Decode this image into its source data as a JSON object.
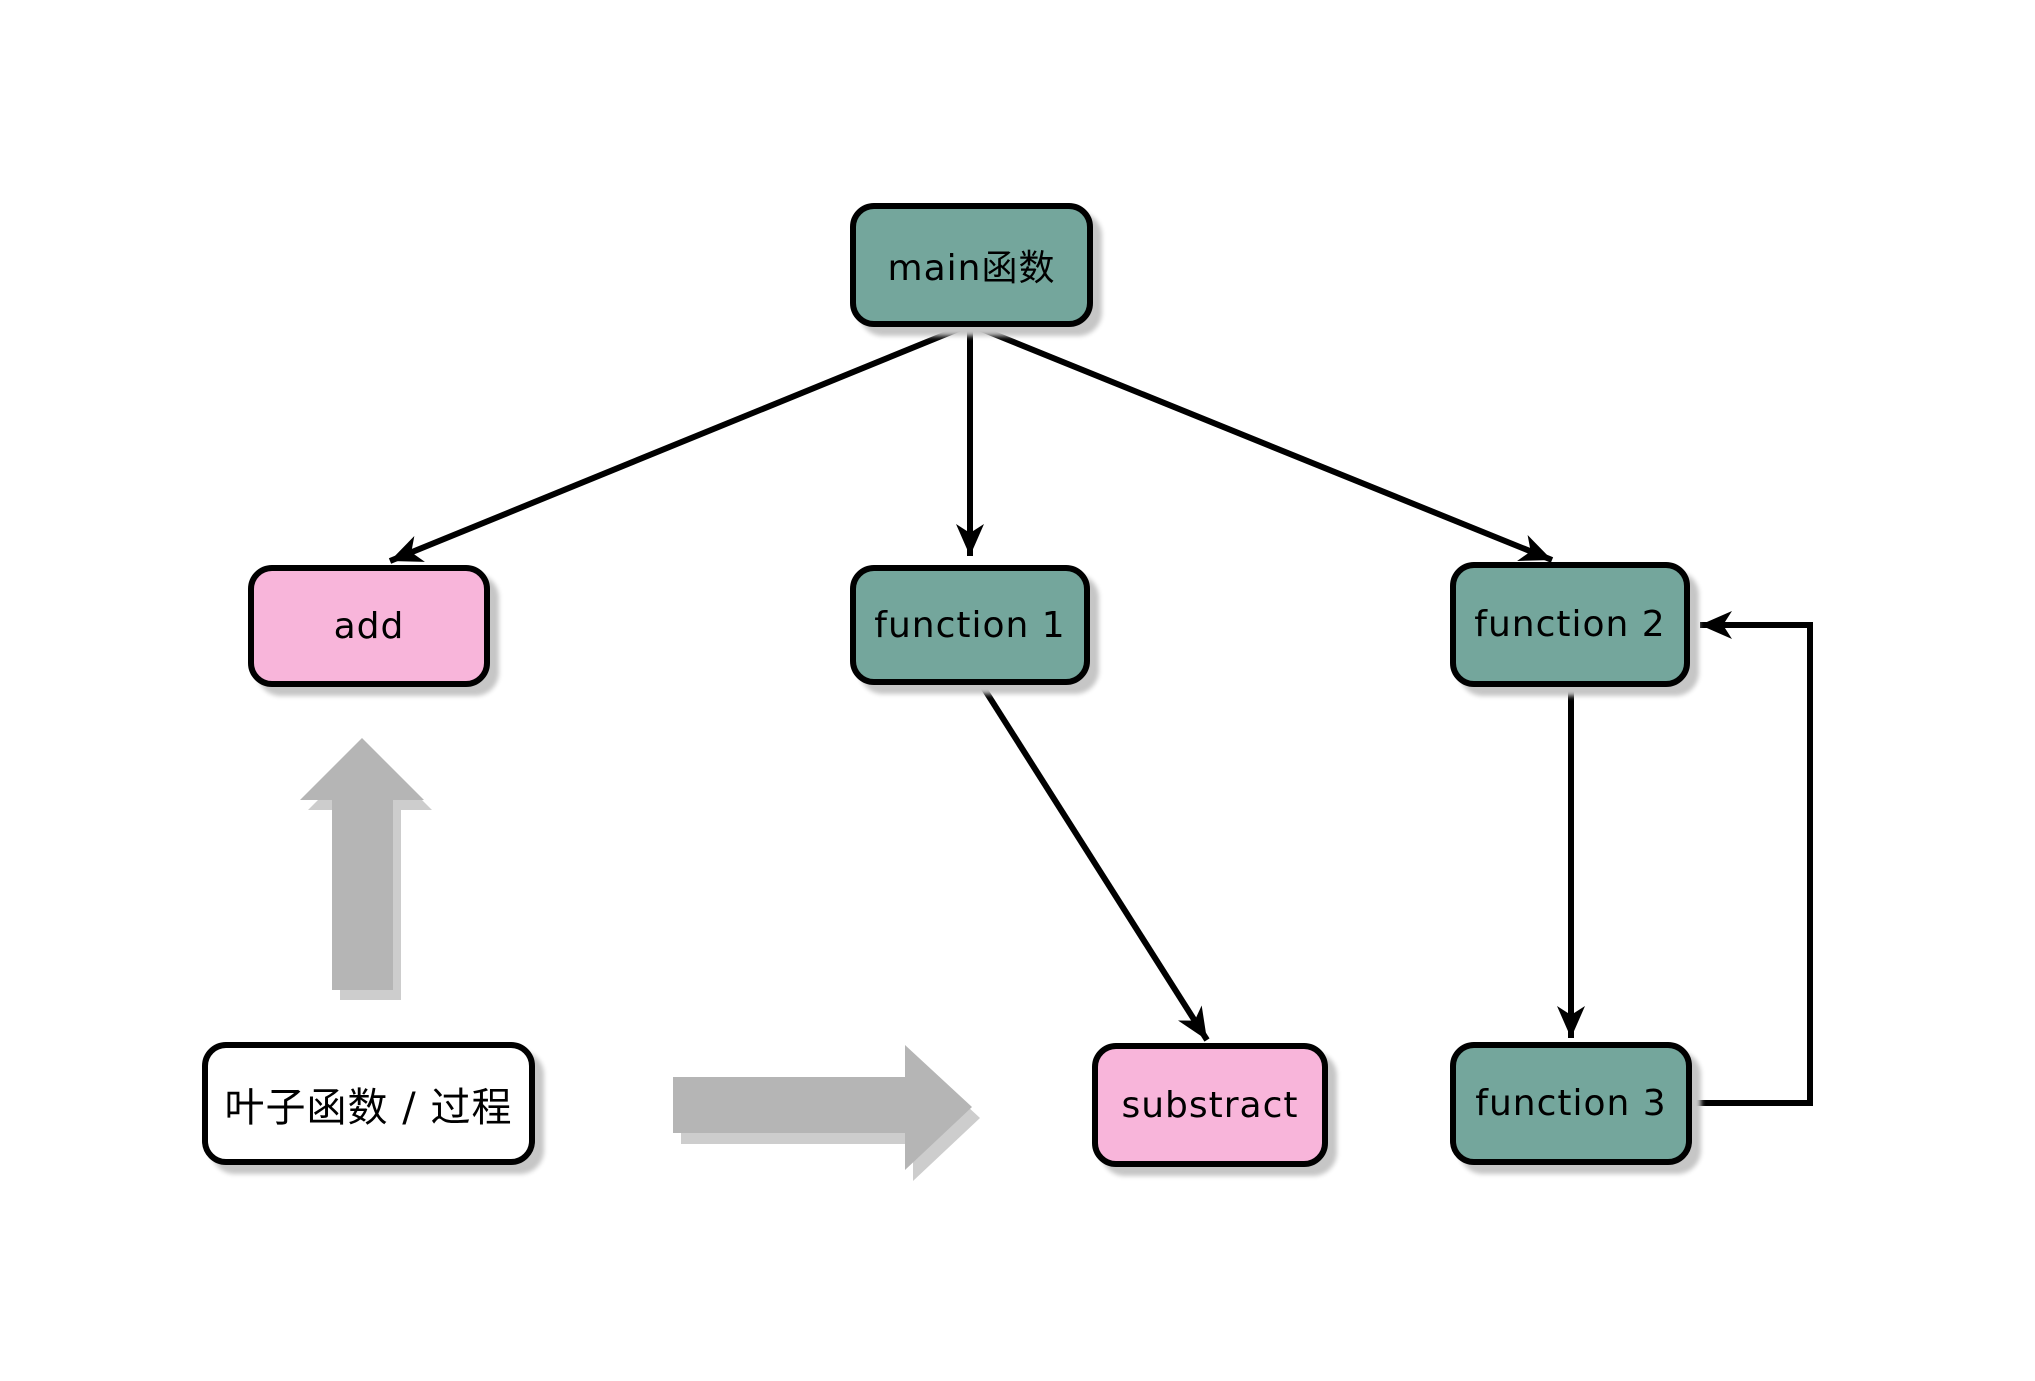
{
  "diagram": {
    "nodes": {
      "main": {
        "label": "main函数",
        "type": "function"
      },
      "add": {
        "label": "add",
        "type": "leaf"
      },
      "function1": {
        "label": "function 1",
        "type": "function"
      },
      "function2": {
        "label": "function 2",
        "type": "function"
      },
      "substract": {
        "label": "substract",
        "type": "leaf"
      },
      "function3": {
        "label": "function 3",
        "type": "function"
      },
      "legend": {
        "label": "叶子函数 / 过程",
        "type": "legend"
      }
    },
    "edges": [
      {
        "from": "main",
        "to": "add",
        "style": "arrow"
      },
      {
        "from": "main",
        "to": "function1",
        "style": "arrow"
      },
      {
        "from": "main",
        "to": "function2",
        "style": "arrow"
      },
      {
        "from": "function1",
        "to": "substract",
        "style": "arrow"
      },
      {
        "from": "function2",
        "to": "function3",
        "style": "arrow"
      },
      {
        "from": "function3",
        "to": "function2",
        "style": "loop-arrow"
      },
      {
        "from": "legend",
        "to": "add",
        "style": "block-arrow-up"
      },
      {
        "from": "legend",
        "to": "substract",
        "style": "block-arrow-right"
      }
    ],
    "colors": {
      "function_node_fill": "#74a69c",
      "leaf_node_fill": "#f8b5da",
      "legend_fill": "#ffffff",
      "outline": "#000000",
      "connector": "#000000",
      "block_arrow": "#b5b5b5"
    }
  }
}
